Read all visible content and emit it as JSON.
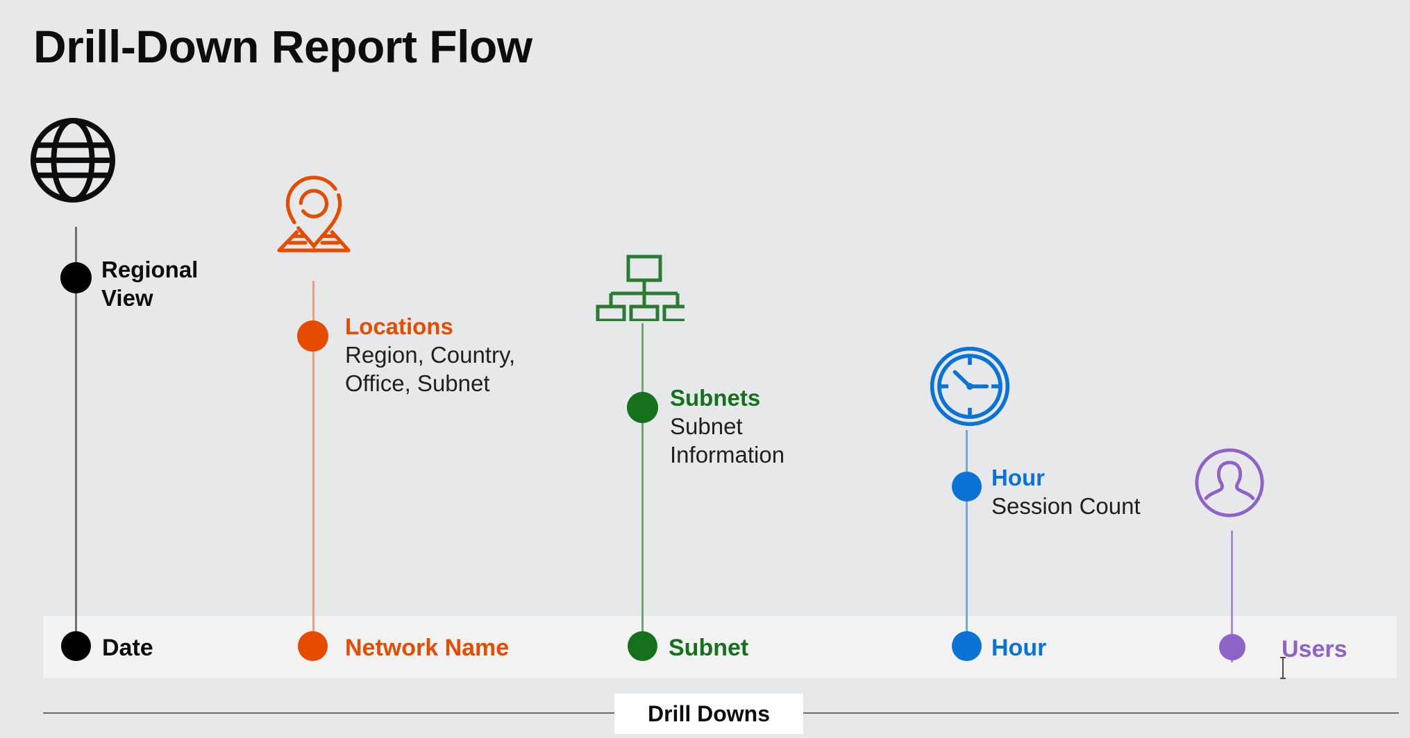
{
  "page": {
    "title": "Drill-Down Report Flow",
    "background_color": "#e7e8ea",
    "band_color": "#f2f2f3"
  },
  "footer": {
    "caption": "Drill Downs",
    "rule_color": "#6b6b6b",
    "caption_background": "#ffffff"
  },
  "colors": {
    "date": "#000000",
    "locations": "#e54c00",
    "subnets": "#15711c",
    "hour": "#0b72d6",
    "users": "#8f62c8",
    "body_text": "#1f1f1f"
  },
  "flow": {
    "steps": [
      {
        "key": "date",
        "icon": "globe-icon",
        "color": "#000000",
        "callout_title": "Regional View",
        "callout_title_line1": "Regional",
        "callout_title_line2": "View",
        "callout_desc": "",
        "axis_label": "Date"
      },
      {
        "key": "locations",
        "icon": "location-pin-map-icon",
        "color": "#e54c00",
        "callout_title": "Locations",
        "callout_desc_line1": "Region, Country,",
        "callout_desc_line2": "Office, Subnet",
        "axis_label": "Network Name"
      },
      {
        "key": "subnets",
        "icon": "hierarchy-icon",
        "color": "#15711c",
        "callout_title": "Subnets",
        "callout_desc_line1": "Subnet",
        "callout_desc_line2": "Information",
        "axis_label": "Subnet"
      },
      {
        "key": "hour",
        "icon": "clock-icon",
        "color": "#0b72d6",
        "callout_title": "Hour",
        "callout_desc_line1": "Session Count",
        "callout_desc_line2": "",
        "axis_label": "Hour"
      },
      {
        "key": "users",
        "icon": "user-avatar-icon",
        "color": "#8f62c8",
        "callout_title": "",
        "callout_desc_line1": "",
        "callout_desc_line2": "",
        "axis_label": "Users"
      }
    ]
  }
}
